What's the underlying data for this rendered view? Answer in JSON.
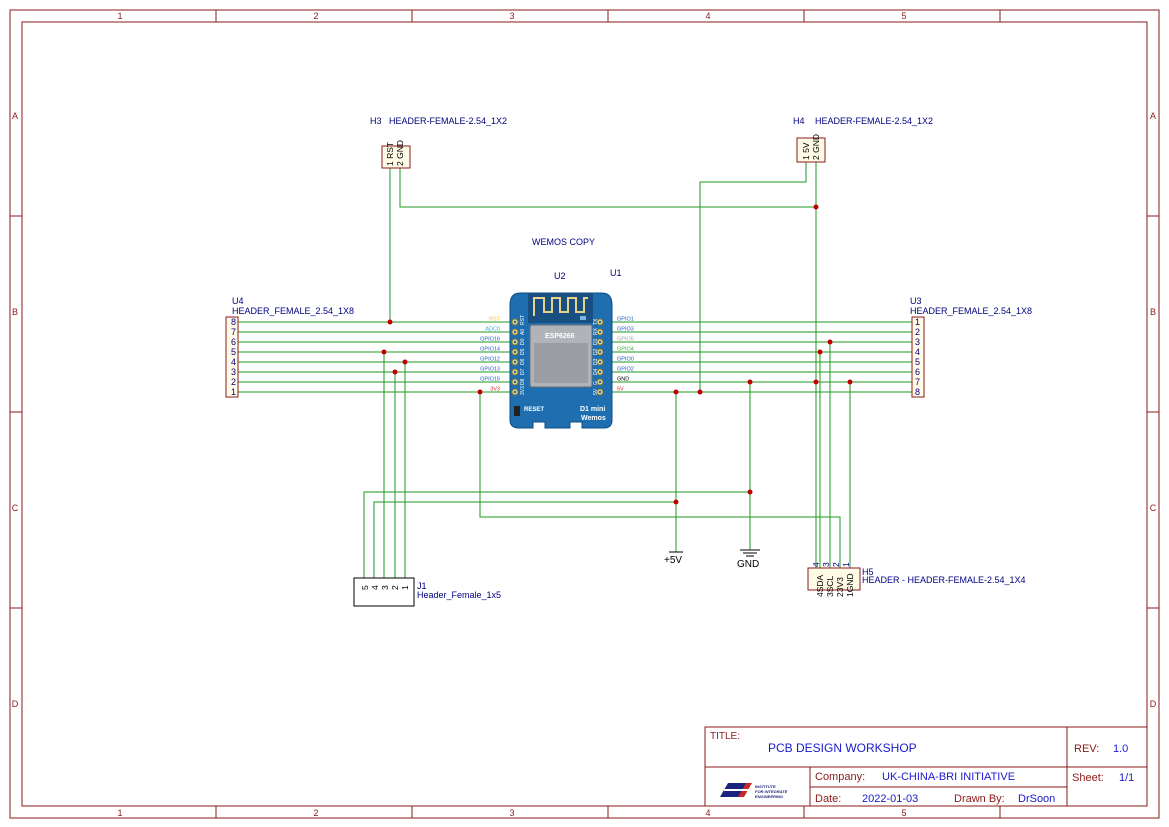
{
  "sheet": {
    "columns": [
      "1",
      "2",
      "3",
      "4",
      "5"
    ],
    "rows": [
      "A",
      "B",
      "C",
      "D"
    ],
    "border_color": "#8b1a1a",
    "wire_color": "#1f9a1f",
    "text_color": "#000080"
  },
  "annotations": {
    "wemos_copy": "WEMOS COPY"
  },
  "components": {
    "h3": {
      "ref": "H3",
      "value": "HEADER-FEMALE-2.54_1X2",
      "pins": [
        "1 RST",
        "2 GND"
      ]
    },
    "h4": {
      "ref": "H4",
      "value": "HEADER-FEMALE-2.54_1X2",
      "pins": [
        "1 5V",
        "2 GND"
      ]
    },
    "u4": {
      "ref": "U4",
      "value": "HEADER_FEMALE_2.54_1X8",
      "pins": [
        "8",
        "7",
        "6",
        "5",
        "4",
        "3",
        "2",
        "1"
      ]
    },
    "u3": {
      "ref": "U3",
      "value": "HEADER_FEMALE_2.54_1X8",
      "pins": [
        "1",
        "2",
        "3",
        "4",
        "5",
        "6",
        "7",
        "8"
      ]
    },
    "u2": {
      "ref": "U2"
    },
    "u1": {
      "ref": "U1"
    },
    "j1": {
      "ref": "J1",
      "value": "Header_Female_1x5",
      "pins": [
        "5",
        "4",
        "3",
        "2",
        "1"
      ]
    },
    "h5": {
      "ref": "H5",
      "value": "HEADER - HEADER-FEMALE-2.54_1X4",
      "pins": [
        "4SDA",
        "3SCL",
        "23V3",
        "1GND"
      ],
      "pin_numbers": [
        "4",
        "3",
        "2",
        "1"
      ]
    }
  },
  "wemos": {
    "chip": "ESP6266",
    "board_name": "D1 mini",
    "board_brand": "Wemos",
    "reset": "RESET",
    "left_pins": [
      "RST",
      "A0",
      "D0",
      "D5",
      "D6",
      "D7",
      "D8",
      "3V3"
    ],
    "right_pins": [
      "TX",
      "RX",
      "D1",
      "D2",
      "D3",
      "D4",
      "G",
      "5V"
    ],
    "left_nets": [
      {
        "label": "RST",
        "color": "#f0c040"
      },
      {
        "label": "ADC0",
        "color": "#30b0d0"
      },
      {
        "label": "GPIO16",
        "color": "#2060c0"
      },
      {
        "label": "GPIO14",
        "color": "#2060c0"
      },
      {
        "label": "GPIO12",
        "color": "#2060c0"
      },
      {
        "label": "GPIO13",
        "color": "#2060c0"
      },
      {
        "label": "GPIO15",
        "color": "#2060c0"
      },
      {
        "label": "3V3",
        "color": "#e03030"
      }
    ],
    "right_nets": [
      {
        "label": "GPIO1",
        "color": "#2060c0"
      },
      {
        "label": "GPIO3",
        "color": "#2060c0"
      },
      {
        "label": "GPIO5",
        "color": "#9aa0a6"
      },
      {
        "label": "GPIO4",
        "color": "#40b040"
      },
      {
        "label": "GPIO0",
        "color": "#2060c0"
      },
      {
        "label": "GPIO2",
        "color": "#2060c0"
      },
      {
        "label": "GND",
        "color": "#000000"
      },
      {
        "label": "5V",
        "color": "#e03030"
      }
    ]
  },
  "power": {
    "vcc": "+5V",
    "gnd": "GND"
  },
  "title_block": {
    "title_label": "TITLE:",
    "title": "PCB DESIGN WORKSHOP",
    "rev_label": "REV:",
    "rev": "1.0",
    "company_label": "Company:",
    "company": "UK-CHINA-BRI INITIATIVE",
    "sheet_label": "Sheet:",
    "sheet": "1/1",
    "date_label": "Date:",
    "date": "2022-01-03",
    "drawn_label": "Drawn By:",
    "drawn_by": "DrSoon",
    "logo_text": [
      "INSTITUTE",
      "FOR INTEGRATE",
      "ENGINEERING"
    ]
  }
}
